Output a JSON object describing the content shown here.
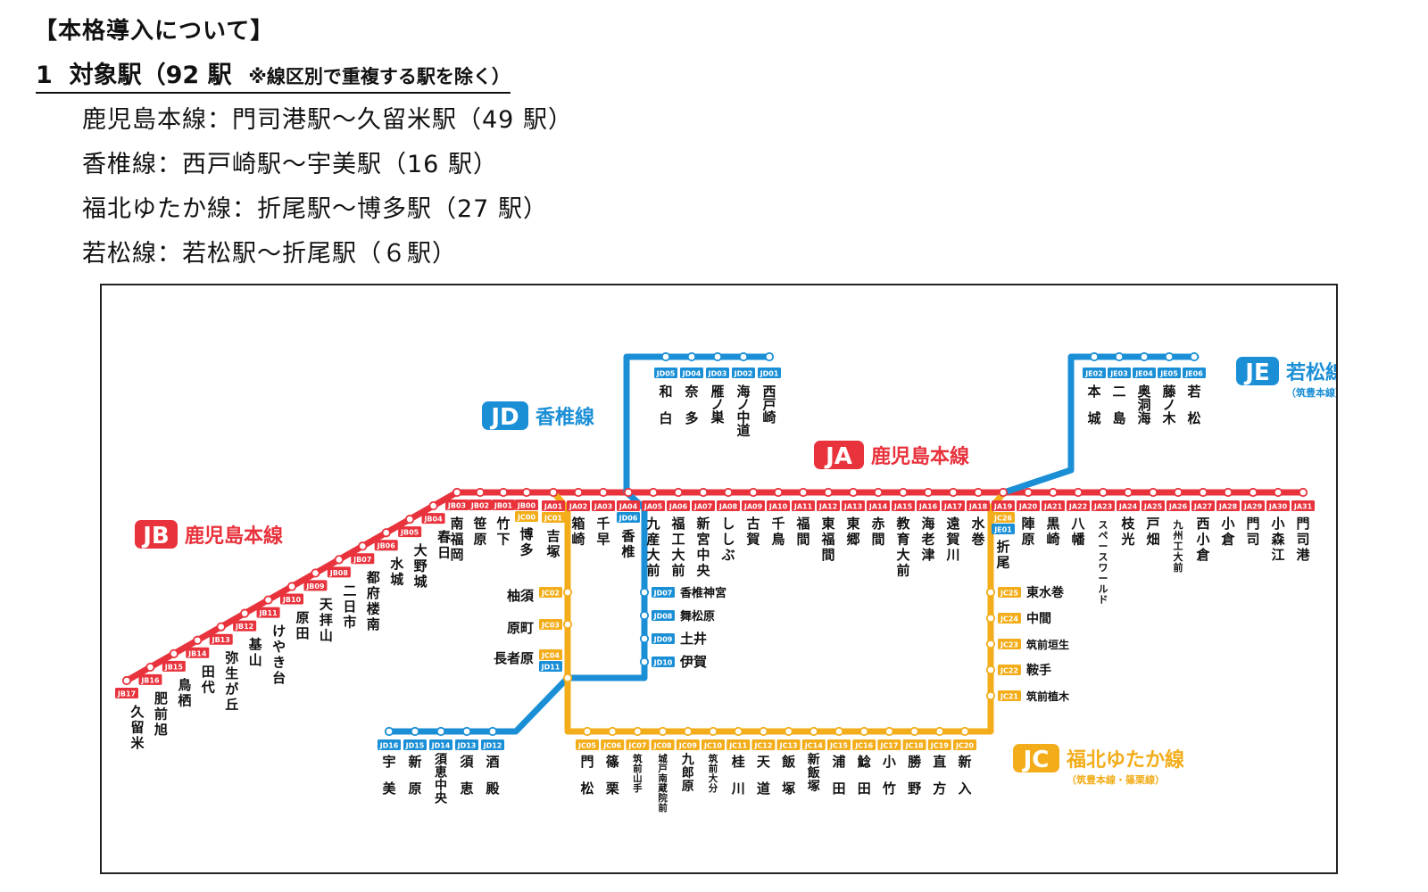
{
  "header": {
    "title": "【本格導入について】",
    "section_number": "1",
    "section_title": "対象駅（92 駅",
    "section_note": "※線区別で重複する駅を除く）"
  },
  "lines_summary": [
    {
      "text": "鹿児島本線：門司港駅～久留米駅（49 駅）"
    },
    {
      "text": "香椎線：西戸崎駅～宇美駅（16 駅）"
    },
    {
      "text": "福北ゆたか線：折尾駅～博多駅（27 駅）"
    },
    {
      "text": "若松線：若松駅～折尾駅（６駅）"
    }
  ],
  "colors": {
    "ja": "#e8323c",
    "jd": "#1b8fd6",
    "jc": "#f3ad1a",
    "je": "#1b8fd6"
  },
  "logos": {
    "ja": {
      "badge": "JA",
      "name": "鹿児島本線"
    },
    "jb": {
      "badge": "JB",
      "name": "鹿児島本線"
    },
    "jd": {
      "badge": "JD",
      "name": "香椎線"
    },
    "je": {
      "badge": "JE",
      "name": "若松線",
      "sub": "（筑豊本線）"
    },
    "jc": {
      "badge": "JC",
      "name": "福北ゆたか線",
      "sub": "（筑豊本線・篠栗線）"
    }
  },
  "stations": {
    "ja": [
      {
        "code": "JA01",
        "name": "吉塚",
        "extra": "JC01"
      },
      {
        "code": "JA02",
        "name": "箱崎"
      },
      {
        "code": "JA03",
        "name": "千早"
      },
      {
        "code": "JA04",
        "name": "香椎",
        "extra": "JD06"
      },
      {
        "code": "JA05",
        "name": "九産大前"
      },
      {
        "code": "JA06",
        "name": "福工大前"
      },
      {
        "code": "JA07",
        "name": "新宮中央"
      },
      {
        "code": "JA08",
        "name": "ししぶ"
      },
      {
        "code": "JA09",
        "name": "古賀"
      },
      {
        "code": "JA10",
        "name": "千鳥"
      },
      {
        "code": "JA11",
        "name": "福間"
      },
      {
        "code": "JA12",
        "name": "東福間"
      },
      {
        "code": "JA13",
        "name": "東郷"
      },
      {
        "code": "JA14",
        "name": "赤間"
      },
      {
        "code": "JA15",
        "name": "教育大前"
      },
      {
        "code": "JA16",
        "name": "海老津"
      },
      {
        "code": "JA17",
        "name": "遠賀川"
      },
      {
        "code": "JA18",
        "name": "水巻"
      },
      {
        "code": "JA19",
        "name": "折尾",
        "extra": "JC26",
        "extra2": "JE01"
      },
      {
        "code": "JA20",
        "name": "陣原"
      },
      {
        "code": "JA21",
        "name": "黒崎"
      },
      {
        "code": "JA22",
        "name": "八幡"
      },
      {
        "code": "JA23",
        "name": "スペースワールド"
      },
      {
        "code": "JA24",
        "name": "枝光"
      },
      {
        "code": "JA25",
        "name": "戸畑"
      },
      {
        "code": "JA26",
        "name": "九州工大前"
      },
      {
        "code": "JA27",
        "name": "西小倉"
      },
      {
        "code": "JA28",
        "name": "小倉"
      },
      {
        "code": "JA29",
        "name": "門司"
      },
      {
        "code": "JA30",
        "name": "小森江"
      },
      {
        "code": "JA31",
        "name": "門司港"
      }
    ],
    "jb": [
      {
        "code": "JB00",
        "name": "博多",
        "extra": "JC00"
      },
      {
        "code": "JB01",
        "name": "竹下"
      },
      {
        "code": "JB02",
        "name": "笹原"
      },
      {
        "code": "JB03",
        "name": "南福岡"
      },
      {
        "code": "JB04",
        "name": "春日"
      },
      {
        "code": "JB05",
        "name": "大野城"
      },
      {
        "code": "JB06",
        "name": "水城"
      },
      {
        "code": "JB07",
        "name": "都府楼南"
      },
      {
        "code": "JB08",
        "name": "二日市"
      },
      {
        "code": "JB09",
        "name": "天拝山"
      },
      {
        "code": "JB10",
        "name": "原田"
      },
      {
        "code": "JB11",
        "name": "けやき台"
      },
      {
        "code": "JB12",
        "name": "基山"
      },
      {
        "code": "JB13",
        "name": "弥生が丘"
      },
      {
        "code": "JB14",
        "name": "田代"
      },
      {
        "code": "JB15",
        "name": "鳥栖"
      },
      {
        "code": "JB16",
        "name": "肥前旭"
      },
      {
        "code": "JB17",
        "name": "久留米"
      }
    ],
    "jd_top": [
      {
        "code": "JD05",
        "name": "和白"
      },
      {
        "code": "JD04",
        "name": "奈多"
      },
      {
        "code": "JD03",
        "name": "雁ノ巣"
      },
      {
        "code": "JD02",
        "name": "海ノ中道"
      },
      {
        "code": "JD01",
        "name": "西戸崎"
      }
    ],
    "jd_mid": [
      {
        "code": "JD07",
        "name": "香椎神宮"
      },
      {
        "code": "JD08",
        "name": "舞松原"
      },
      {
        "code": "JD09",
        "name": "土井"
      },
      {
        "code": "JD10",
        "name": "伊賀"
      }
    ],
    "jd_bottom": [
      {
        "code": "JD16",
        "name": "宇美"
      },
      {
        "code": "JD15",
        "name": "新原"
      },
      {
        "code": "JD14",
        "name": "須恵中央"
      },
      {
        "code": "JD13",
        "name": "須恵"
      },
      {
        "code": "JD12",
        "name": "酒殿"
      }
    ],
    "jc_left": [
      {
        "code": "JC02",
        "name": "柚須"
      },
      {
        "code": "JC03",
        "name": "原町"
      },
      {
        "code": "JC04",
        "name": "長者原",
        "extra": "JD11"
      }
    ],
    "jc_bottom": [
      {
        "code": "JC05",
        "name": "門松"
      },
      {
        "code": "JC06",
        "name": "篠栗"
      },
      {
        "code": "JC07",
        "name": "筑前山手"
      },
      {
        "code": "JC08",
        "name": "城戸南蔵院前"
      },
      {
        "code": "JC09",
        "name": "九郎原"
      },
      {
        "code": "JC10",
        "name": "筑前大分"
      },
      {
        "code": "JC11",
        "name": "桂川"
      },
      {
        "code": "JC12",
        "name": "天道"
      },
      {
        "code": "JC13",
        "name": "飯塚"
      },
      {
        "code": "JC14",
        "name": "新飯塚"
      },
      {
        "code": "JC15",
        "name": "浦田"
      },
      {
        "code": "JC16",
        "name": "鯰田"
      },
      {
        "code": "JC17",
        "name": "小竹"
      },
      {
        "code": "JC18",
        "name": "勝野"
      },
      {
        "code": "JC19",
        "name": "直方"
      },
      {
        "code": "JC20",
        "name": "新入"
      }
    ],
    "jc_right": [
      {
        "code": "JC25",
        "name": "東水巻"
      },
      {
        "code": "JC24",
        "name": "中間"
      },
      {
        "code": "JC23",
        "name": "筑前垣生"
      },
      {
        "code": "JC22",
        "name": "鞍手"
      },
      {
        "code": "JC21",
        "name": "筑前植木"
      }
    ],
    "je": [
      {
        "code": "JE02",
        "name": "本城"
      },
      {
        "code": "JE03",
        "name": "二島"
      },
      {
        "code": "JE04",
        "name": "奥洞海"
      },
      {
        "code": "JE05",
        "name": "藤ノ木"
      },
      {
        "code": "JE06",
        "name": "若松"
      }
    ]
  }
}
